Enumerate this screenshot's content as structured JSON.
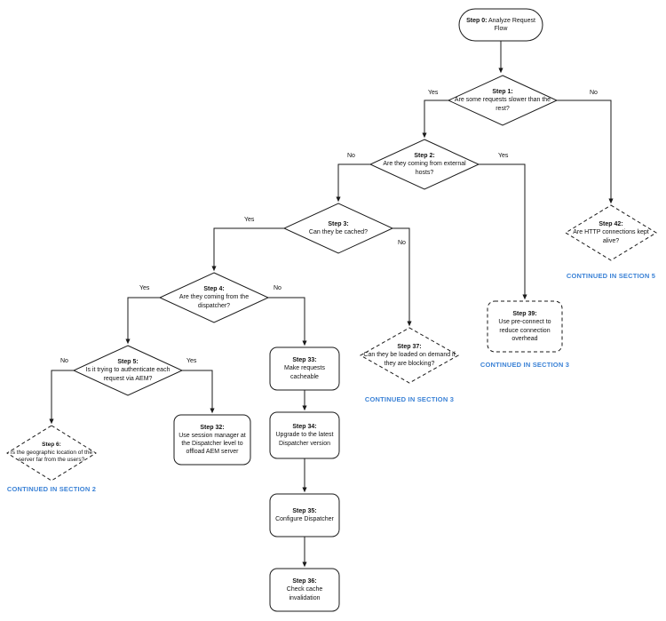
{
  "diagram": {
    "nodes": {
      "step0": {
        "title": "Step 0:",
        "text": "Analyze Request Flow"
      },
      "step1": {
        "title": "Step 1:",
        "text": "Are some requests slower than the rest?"
      },
      "step2": {
        "title": "Step 2:",
        "text": "Are they coming from external hosts?"
      },
      "step3": {
        "title": "Step 3:",
        "text": "Can they be cached?"
      },
      "step4": {
        "title": "Step 4:",
        "text": "Are they coming from the dispatcher?"
      },
      "step5": {
        "title": "Step 5:",
        "text": "Is it trying to authenticate each request via AEM?"
      },
      "step6": {
        "title": "Step 6:",
        "text": "Is the geographic location of the server far from the users?"
      },
      "step32": {
        "title": "Step 32:",
        "text": "Use session manager at the Dispatcher level to offload AEM server"
      },
      "step33": {
        "title": "Step 33:",
        "text": "Make requests cacheable"
      },
      "step34": {
        "title": "Step 34:",
        "text": "Upgrade to the latest Dispatcher version"
      },
      "step35": {
        "title": "Step 35:",
        "text": "Configure Dispatcher"
      },
      "step36": {
        "title": "Step 36:",
        "text": "Check cache invalidation"
      },
      "step37": {
        "title": "Step 37:",
        "text": "Can they be loaded on demand if they are blocking?"
      },
      "step39": {
        "title": "Step 39:",
        "text": "Use pre-connect to reduce connection overhead"
      },
      "step42": {
        "title": "Step 42:",
        "text": "Are HTTP connections kept alive?"
      }
    },
    "labels": {
      "yes": "Yes",
      "no": "No"
    },
    "continuations": {
      "section2": "CONTINUED IN SECTION 2",
      "section3_demand": "CONTINUED IN SECTION 3",
      "section3_preconnect": "CONTINUED IN SECTION 3",
      "section5": "CONTINUED IN SECTION 5"
    },
    "colors": {
      "continued_label": "#3B82D6",
      "line": "#1a1a1a",
      "node_fill": "#FFFFFF",
      "node_border": "#1a1a1a"
    }
  }
}
